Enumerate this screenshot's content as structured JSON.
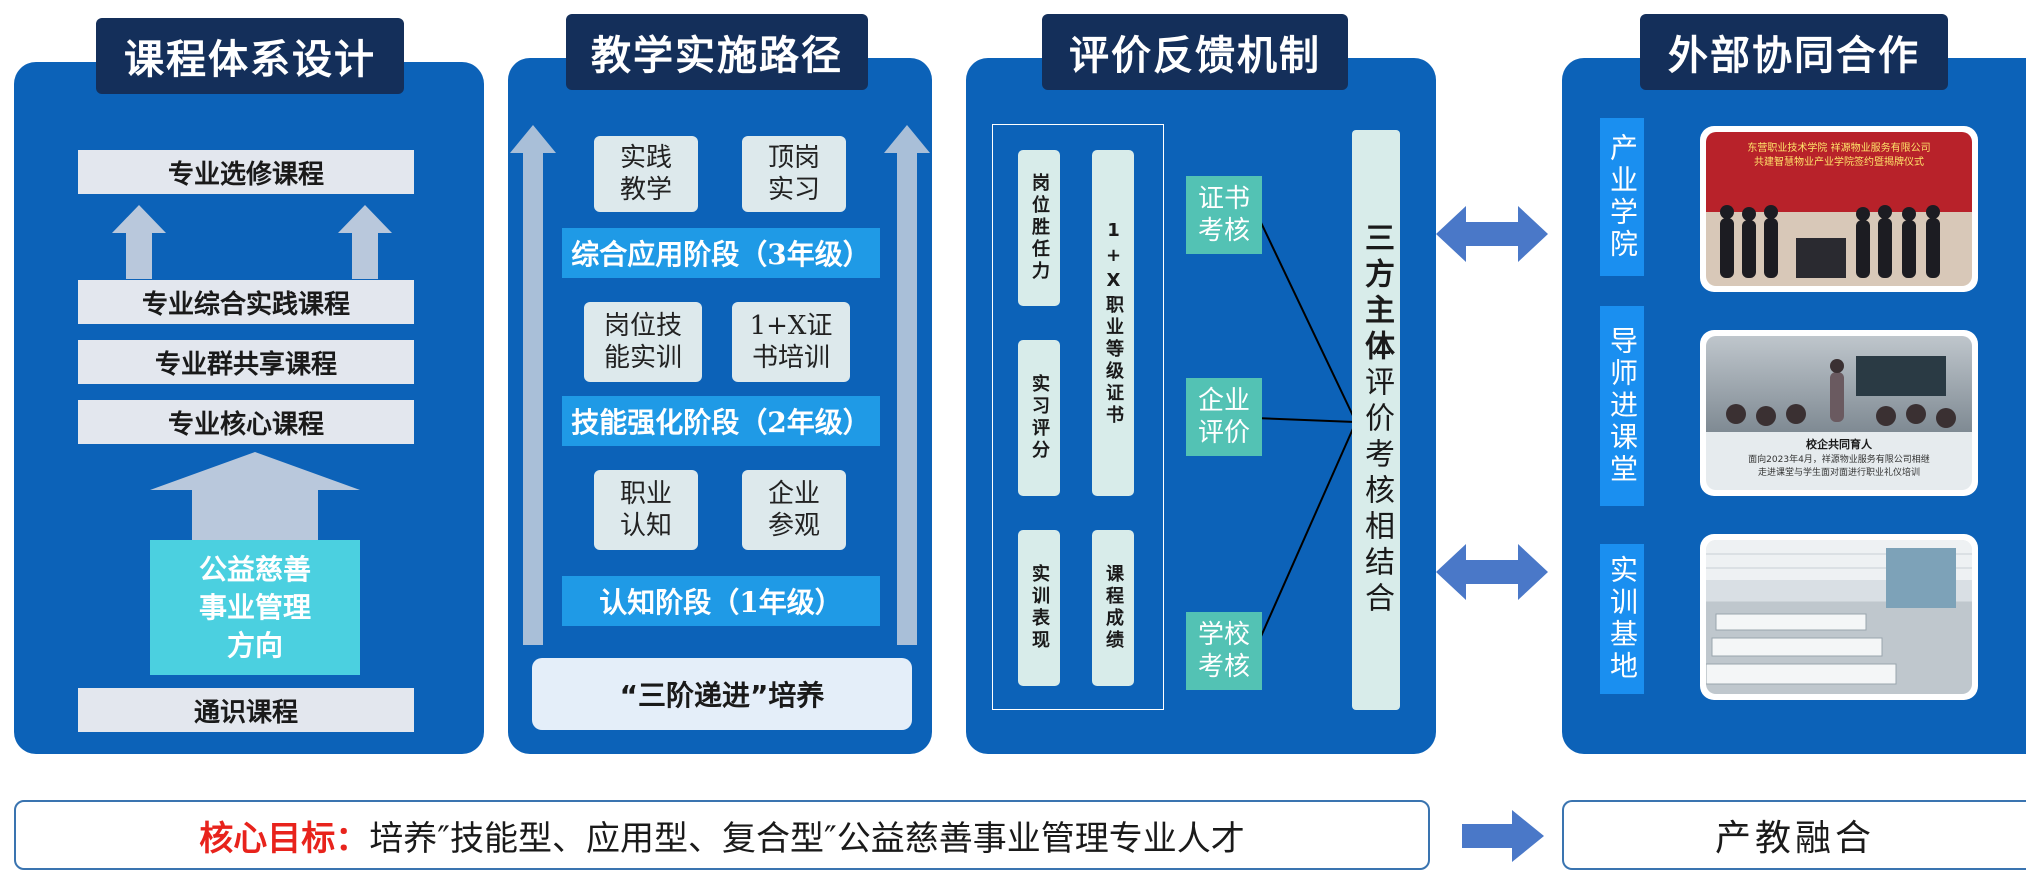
{
  "colors": {
    "panel": "#0c62b8",
    "title_bg": "#142f5a",
    "stage": "#1f9ae6",
    "teal": "#53c2b4",
    "accent_red": "#e8231c",
    "arrow": "#4a78c8"
  },
  "curriculum": {
    "title": "课程体系设计",
    "elective": "专业选修课程",
    "comprehensive": "专业综合实践课程",
    "group_shared": "专业群共享课程",
    "core": "专业核心课程",
    "direction": "公益慈善\n事业管理\n方向",
    "general": "通识课程"
  },
  "teaching": {
    "title": "教学实施路径",
    "stage3": {
      "a": "实践\n教学",
      "b": "顶岗\n实习",
      "label": "综合应用阶段（3年级）"
    },
    "stage2": {
      "a": "岗位技\n能实训",
      "b": "1+X证\n书培训",
      "label": "技能强化阶段（2年级）"
    },
    "stage1": {
      "a": "职业\n认知",
      "b": "企业\n参观",
      "label": "认知阶段（1年级）"
    },
    "footer": "“三阶递进”培养"
  },
  "evaluation": {
    "title": "评价反馈机制",
    "col1": [
      "岗位胜任力",
      "实习评分",
      "实训表现"
    ],
    "col2": [
      "1+X职业等级证书",
      "课程成绩"
    ],
    "assess": [
      "证书\n考核",
      "企业\n评价",
      "学校\n考核"
    ],
    "three_party_bold": "三方主体",
    "three_party_rest": "评价考核相结合"
  },
  "external": {
    "title": "外部协同合作",
    "items": [
      "产业学院",
      "导师进课堂",
      "实训基地"
    ],
    "photo1_caption": "东营职业技术学院  祥源物业服务有限公司\n共建智慧物业产业学院签约暨揭牌仪式",
    "photo2_caption_title": "校企共同育人",
    "photo2_caption_body": "面向2023年4月，祥源物业服务有限公司相继\n走进课堂与学生面对面进行职业礼仪培训"
  },
  "footer": {
    "goal_label": "核心目标：",
    "goal_text": "培养″技能型、应用型、复合型″公益慈善事业管理专业人才",
    "integration": "产教融合"
  }
}
